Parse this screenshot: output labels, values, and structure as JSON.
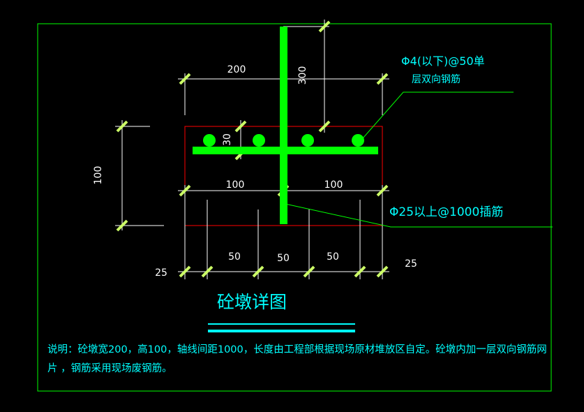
{
  "dimensions": {
    "top_width": "200",
    "rod_top": "300",
    "rebar_cover": "30",
    "height": "100",
    "half_left": "100",
    "half_right": "100",
    "bottom_edge_left": "25",
    "bottom_span_1": "50",
    "bottom_span_2": "50",
    "bottom_span_3": "50",
    "bottom_edge_right": "25"
  },
  "callouts": {
    "mesh_line1": "Φ4(以下)@50单",
    "mesh_line2": "层双向钢筋",
    "dowel": "Φ25以上@1000插筋"
  },
  "title": "砼墩详图",
  "note": {
    "line1": "说明：砼墩宽200，高100，轴线间距1000，长度由工程部根据现场原材堆放区自定。砼墩内加一层双向钢筋网",
    "line2": "片 ，钢筋采用现场废钢筋。"
  },
  "colors": {
    "frame": "#00ff00",
    "rebar": "#00ff00",
    "concrete_outline": "#ff0000",
    "dimension_line": "#ffffff",
    "tick": "#ccff66",
    "annotation": "#00ffff",
    "leader": "#00ff00",
    "background": "#000000"
  }
}
